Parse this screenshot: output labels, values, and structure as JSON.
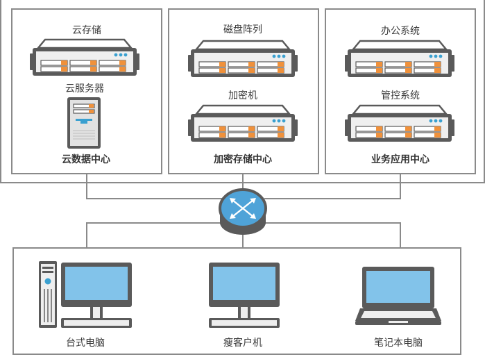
{
  "datacenters": [
    {
      "title": "云数据中心",
      "items": [
        "云存储",
        "云服务器"
      ]
    },
    {
      "title": "加密存储中心",
      "items": [
        "磁盘阵列",
        "加密机"
      ]
    },
    {
      "title": "业务应用中心",
      "items": [
        "办公系统",
        "管控系统"
      ]
    }
  ],
  "clients": [
    {
      "label": "台式电脑"
    },
    {
      "label": "瘦客户机"
    },
    {
      "label": "笔记本电脑"
    }
  ],
  "colors": {
    "border": "#8a8a8a",
    "server_body": "#efefef",
    "drive_orange": "#f0913b",
    "led_blue": "#3aa0d0",
    "screen_blue": "#82c3ea",
    "router_blue": "#4fa3d8"
  }
}
